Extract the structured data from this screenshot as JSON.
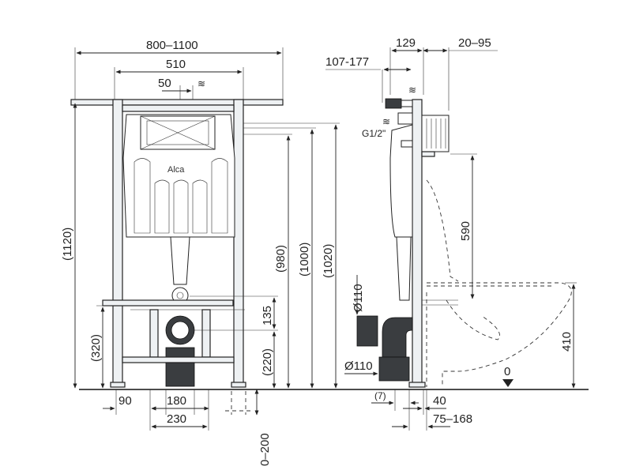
{
  "front_view": {
    "dimensions": {
      "overall_width": "800–1100",
      "frame_width": "510",
      "offset_50": "50",
      "height_1120": "(1120)",
      "height_980": "(980)",
      "height_1000": "(1000)",
      "height_1020": "(1020)",
      "height_135": "135",
      "height_220": "(220)",
      "height_320": "(320)",
      "width_90": "90",
      "width_180": "180",
      "width_230": "230",
      "floor_range": "0–200"
    },
    "brand_label": "Alca"
  },
  "side_view": {
    "dimensions": {
      "depth_129": "129",
      "depth_20_95": "20–95",
      "range_107_177": "107-177",
      "water_inlet": "G1/2\"",
      "height_590": "590",
      "pipe_upper": "Ø110",
      "pipe_lower": "Ø110",
      "height_410": "410",
      "floor_zero": "0",
      "offset_7": "(7)",
      "width_40": "40",
      "width_75_168": "75–168"
    }
  }
}
